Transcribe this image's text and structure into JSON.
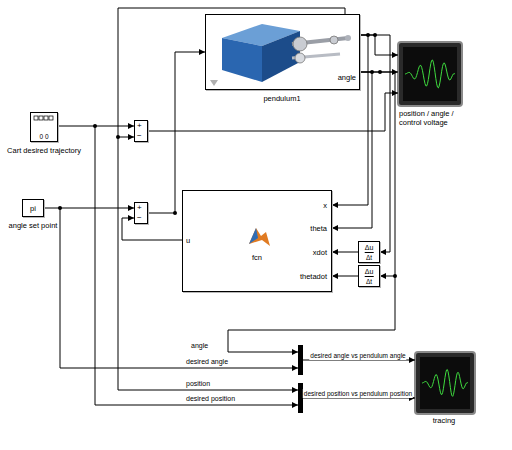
{
  "diagram": {
    "nodes": [
      {
        "text": [
          "0 0",
          "Cart desired trajectory"
        ]
      },
      {
        "text": [
          "+",
          "−"
        ]
      },
      {
        "text": [
          "angle",
          "pendulum1"
        ]
      },
      {
        "text": [
          "position / angle / control voltage"
        ]
      },
      {
        "text": [
          "pi",
          "angle set point"
        ]
      },
      {
        "text": [
          "+",
          "−"
        ]
      },
      {
        "text": [
          "u",
          "x",
          "theta",
          "xdot",
          "thetadot",
          "fcn"
        ]
      },
      {
        "text": [
          "Δu",
          "Δt"
        ]
      },
      {
        "text": [
          "Δu",
          "Δt"
        ]
      },
      {
        "text": [
          "tracing"
        ]
      }
    ],
    "edges": [
      {
        "from": 0,
        "to": 1,
        "arrow": "to"
      },
      {
        "from": 4,
        "to": 5,
        "arrow": "to"
      },
      {
        "from": 5,
        "to": 2,
        "arrow": "to"
      },
      {
        "from": 6,
        "to": 5,
        "arrow": "to"
      },
      {
        "from": 2,
        "to": 3,
        "arrow": "to"
      },
      {
        "from": 2,
        "to": 3,
        "arrow": "to"
      },
      {
        "from": 1,
        "to": 3,
        "arrow": "to"
      },
      {
        "from": 2,
        "to": 6,
        "arrow": "to"
      },
      {
        "from": 2,
        "to": 6,
        "arrow": "to"
      },
      {
        "from": 2,
        "to": 7,
        "arrow": "to"
      },
      {
        "from": 2,
        "to": 8,
        "arrow": "to"
      },
      {
        "from": 7,
        "to": 6,
        "arrow": "to"
      },
      {
        "from": 8,
        "to": 6,
        "arrow": "to"
      },
      {
        "from": 2,
        "to": 1,
        "arrow": "to"
      }
    ],
    "labels": [
      "angle",
      "desired angle",
      "position",
      "desired position",
      "desired angle vs pendulum angle",
      "desired position vs pendulum position"
    ]
  }
}
